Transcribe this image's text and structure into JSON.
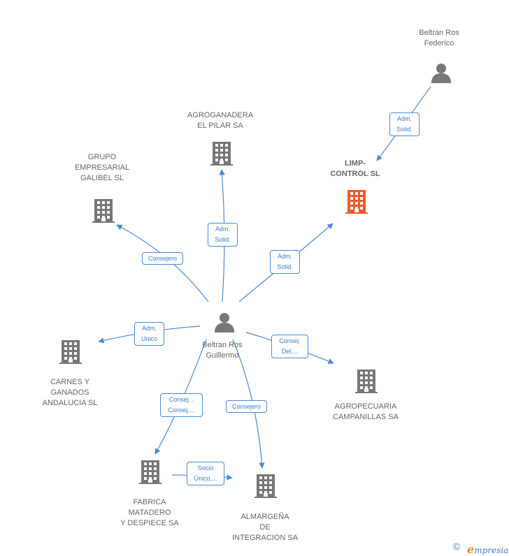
{
  "colors": {
    "edge": "#4a8bd6",
    "node": "#777777",
    "focus": "#ee5a2c",
    "text": "#666666"
  },
  "nodes": [
    {
      "id": "beltran_federico",
      "type": "person",
      "label": "Beltran Ros\nFederico",
      "icon": "person-icon"
    },
    {
      "id": "limp_control",
      "type": "company",
      "focus": true,
      "label": "LIMP-\nCONTROL SL",
      "icon": "building-icon"
    },
    {
      "id": "agroganadera",
      "type": "company",
      "label": "AGROGANADERA\nEL PILAR SA",
      "icon": "building-icon"
    },
    {
      "id": "grupo_galibel",
      "type": "company",
      "label": "GRUPO\nEMPRESARIAL\nGALIBEL SL",
      "icon": "building-icon"
    },
    {
      "id": "beltran_guillermo",
      "type": "person",
      "label": "Beltran Ros\nGuillermo",
      "icon": "person-icon"
    },
    {
      "id": "carnes",
      "type": "company",
      "label": "CARNES Y\nGANADOS\nANDALUCIA SL",
      "icon": "building-icon"
    },
    {
      "id": "agropecuaria",
      "type": "company",
      "label": "AGROPECUARIA\nCAMPANILLAS SA",
      "icon": "building-icon"
    },
    {
      "id": "fabrica",
      "type": "company",
      "label": "FABRICA\nMATADERO\nY DESPIECE SA",
      "icon": "building-icon"
    },
    {
      "id": "almargena",
      "type": "company",
      "label": "ALMARGEÑA\nDE\nINTEGRACION SA",
      "icon": "building-icon"
    }
  ],
  "edges": [
    {
      "from": "beltran_federico",
      "to": "limp_control",
      "label": "Adm.\nSolid."
    },
    {
      "from": "beltran_guillermo",
      "to": "agroganadera",
      "label": "Adm.\nSolid."
    },
    {
      "from": "beltran_guillermo",
      "to": "grupo_galibel",
      "label": "Consejero"
    },
    {
      "from": "beltran_guillermo",
      "to": "limp_control",
      "label": "Adm.\nSolid."
    },
    {
      "from": "beltran_guillermo",
      "to": "carnes",
      "label": "Adm.\nUnico"
    },
    {
      "from": "beltran_guillermo",
      "to": "agropecuaria",
      "label": "Consej.\nDel...."
    },
    {
      "from": "beltran_guillermo",
      "to": "fabrica",
      "label": "Consej. .\nConsej...."
    },
    {
      "from": "beltran_guillermo",
      "to": "almargena",
      "label": "Consejero"
    },
    {
      "from": "fabrica",
      "to": "almargena",
      "label": "Socio\nÚnico,..."
    }
  ],
  "footer": {
    "copyright_symbol": "©",
    "brand_initial": "e",
    "brand_rest": "mpresia"
  }
}
